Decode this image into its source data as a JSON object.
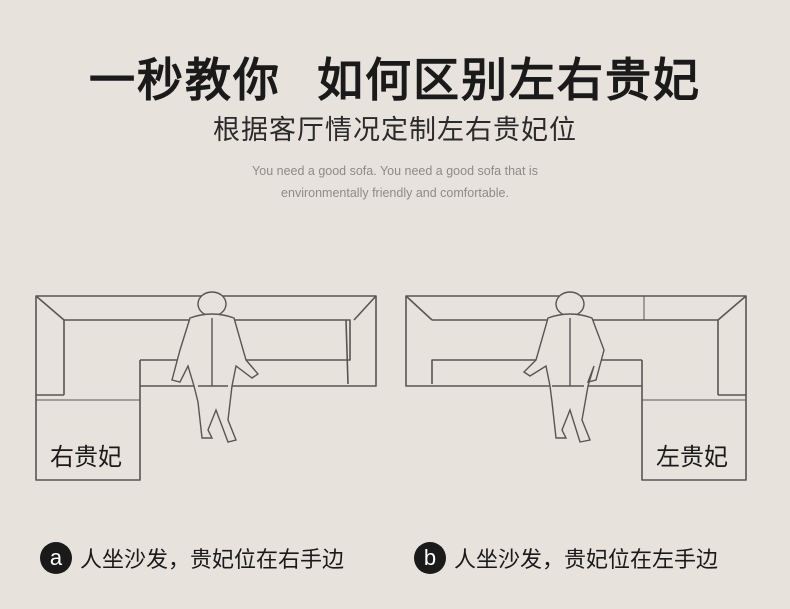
{
  "title": "一秒教你  如何区别左右贵妃",
  "subtitle": "根据客厅情况定制左右贵妃位",
  "english": {
    "line1": "You need a good sofa. You need a good sofa that is",
    "line2": "environmentally friendly and comfortable."
  },
  "left_sofa": {
    "label": "右贵妃"
  },
  "right_sofa": {
    "label": "左贵妃"
  },
  "captions": [
    {
      "badge": "a",
      "text": "人坐沙发，贵妃位在右手边"
    },
    {
      "badge": "b",
      "text": "人坐沙发，贵妃位在左手边"
    }
  ],
  "colors": {
    "background": "#e7e2dc",
    "line": "#5a5552",
    "text": "#1a1a1a"
  }
}
